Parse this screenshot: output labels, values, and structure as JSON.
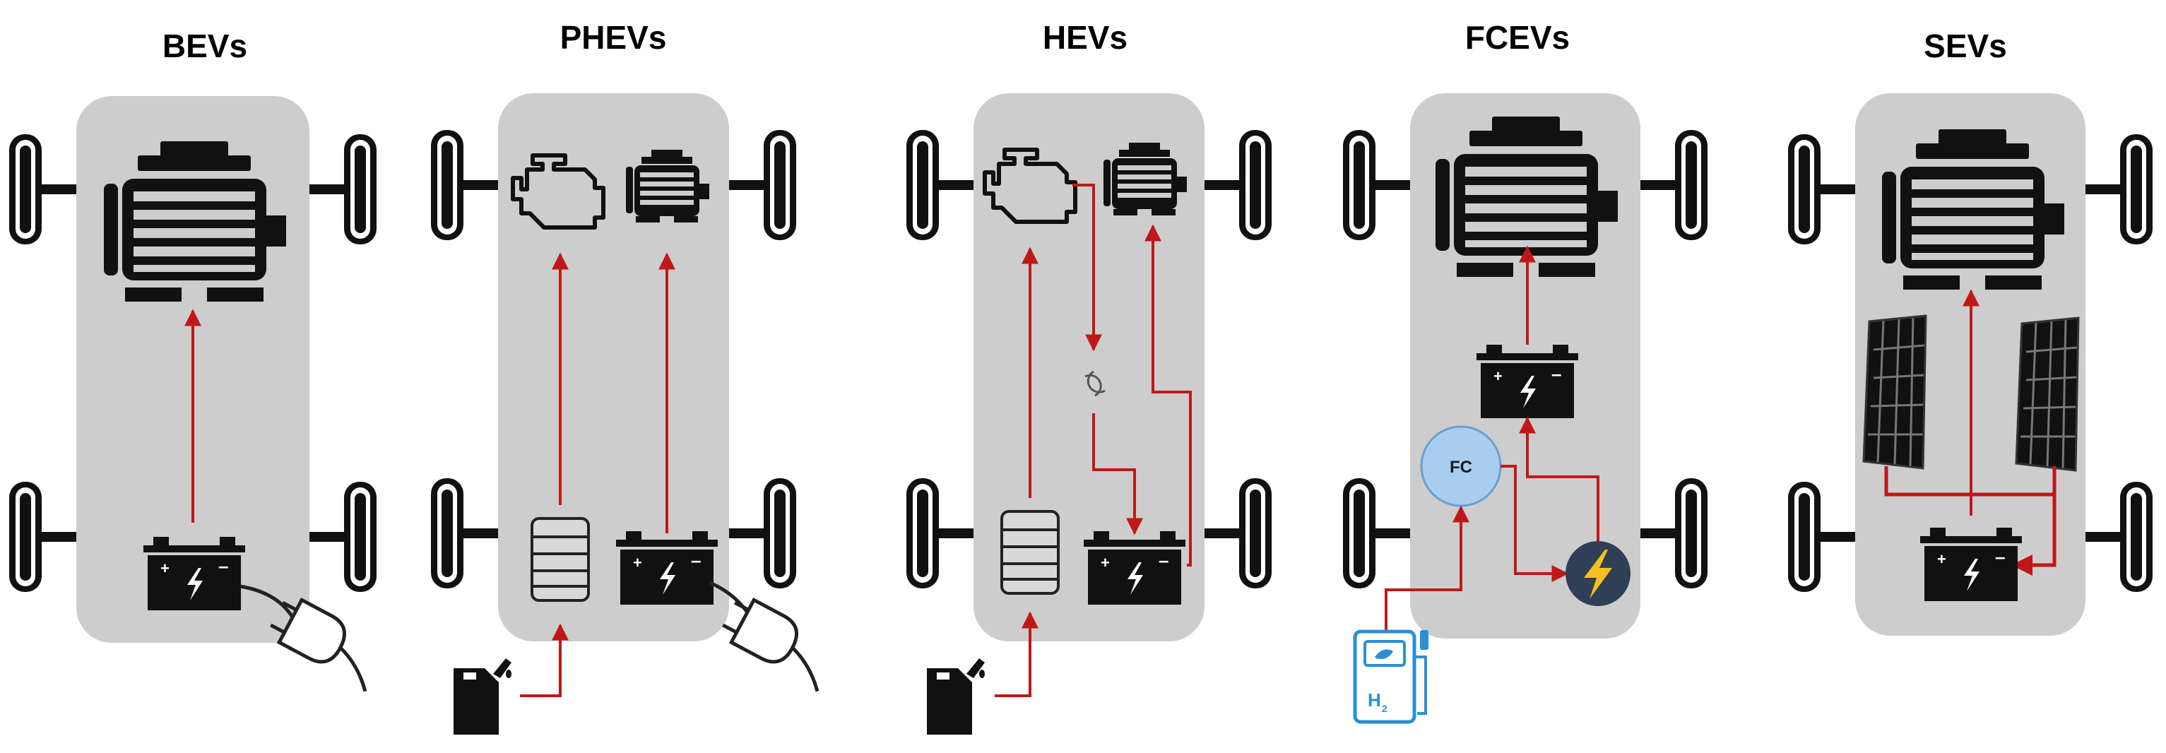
{
  "vehicles": [
    {
      "id": "bev",
      "title": "BEVs"
    },
    {
      "id": "phev",
      "title": "PHEVs"
    },
    {
      "id": "hev",
      "title": "HEVs"
    },
    {
      "id": "fcev",
      "title": "FCEVs"
    },
    {
      "id": "sev",
      "title": "SEVs"
    }
  ],
  "labels": {
    "fuel_cell": "FC",
    "hydrogen": "H",
    "hydrogen_sub": "2"
  },
  "colors": {
    "chassis": "#cdcdcd",
    "flow_arrow": "#c01818",
    "icon": "#111111",
    "fuel_cell": "#a9cdef",
    "power_unit": "#2f3f56",
    "bolt": "#f5c021",
    "hydrogen_station": "#2a8fd6"
  },
  "icons": [
    "electric-motor-icon",
    "combustion-engine-icon",
    "battery-icon",
    "charging-plug-icon",
    "fuel-barrel-icon",
    "jerrycan-icon",
    "generator-icon",
    "fuel-cell-icon",
    "power-unit-icon",
    "hydrogen-station-icon",
    "solar-panel-icon",
    "wheel-icon"
  ]
}
